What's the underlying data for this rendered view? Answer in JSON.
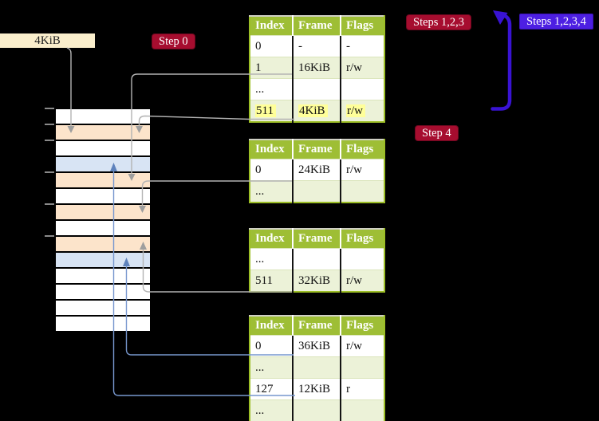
{
  "labels": {
    "page_size_box": "4KiB",
    "step_0": "Step 0",
    "steps_1_2_3": "Steps 1,2,3",
    "steps_1_2_3_4": "Steps 1,2,3,4",
    "step_4": "Step 4"
  },
  "colors": {
    "step_badge_red": "#a60d2f",
    "steps_badge_blue": "#4d1fe2",
    "table_header_green": "#9ebe35",
    "table_row_green": "#ecf2d8",
    "highlight_yellow": "#ffff99",
    "strip_peach": "#fce4cb",
    "strip_blue": "#d8e4f4",
    "connector_gray": "#b3b3b3",
    "connector_blue": "#7797ce",
    "big_arrow_blue": "#3913d3",
    "page_size_box_bg": "#faeecc"
  },
  "tables": [
    {
      "columns": [
        "Index",
        "Frame",
        "Flags"
      ],
      "rows": [
        {
          "index": "0",
          "frame": "-",
          "flags": "-"
        },
        {
          "index": "1",
          "frame": "16KiB",
          "flags": "r/w"
        },
        {
          "index": "...",
          "frame": "",
          "flags": ""
        },
        {
          "index": "511",
          "frame": "4KiB",
          "flags": "r/w",
          "highlight": true
        }
      ]
    },
    {
      "columns": [
        "Index",
        "Frame",
        "Flags"
      ],
      "rows": [
        {
          "index": "0",
          "frame": "24KiB",
          "flags": "r/w"
        },
        {
          "index": "...",
          "frame": "",
          "flags": ""
        }
      ]
    },
    {
      "columns": [
        "Index",
        "Frame",
        "Flags"
      ],
      "rows": [
        {
          "index": "...",
          "frame": "",
          "flags": ""
        },
        {
          "index": "511",
          "frame": "32KiB",
          "flags": "r/w"
        }
      ]
    },
    {
      "columns": [
        "Index",
        "Frame",
        "Flags"
      ],
      "rows": [
        {
          "index": "0",
          "frame": "36KiB",
          "flags": "r/w"
        },
        {
          "index": "...",
          "frame": "",
          "flags": ""
        },
        {
          "index": "127",
          "frame": "12KiB",
          "flags": "r"
        },
        {
          "index": "...",
          "frame": "",
          "flags": ""
        }
      ]
    }
  ],
  "memory_strip": {
    "palette": {
      "white": "#ffffff",
      "peach": "#fce4cb",
      "blue": "#d8e4f4"
    },
    "rows": [
      "white",
      "peach",
      "white",
      "blue",
      "peach",
      "white",
      "peach",
      "white",
      "peach",
      "blue",
      "white",
      "white",
      "white",
      "white"
    ]
  }
}
